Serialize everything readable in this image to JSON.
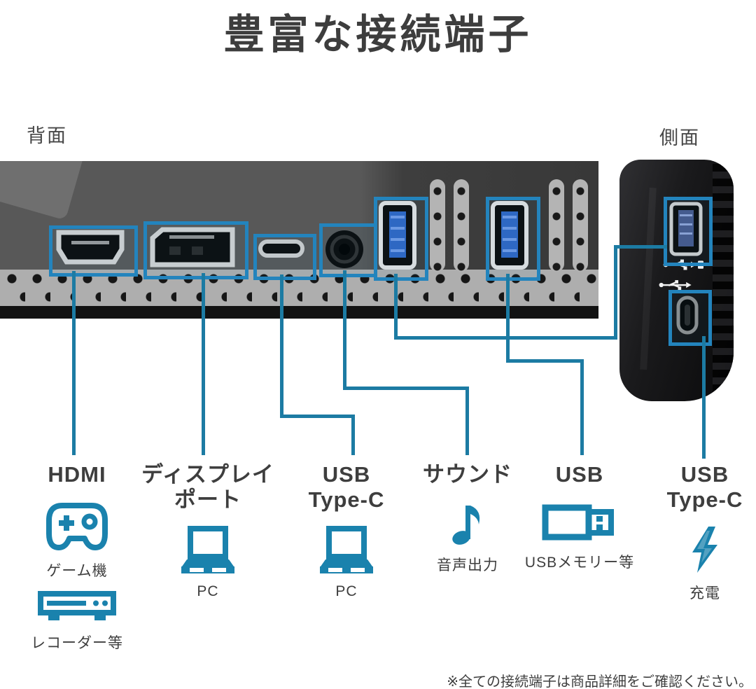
{
  "title": "豊富な接続端子",
  "sections": {
    "back_label": "背面",
    "side_label": "側面"
  },
  "colors": {
    "accent_blue": "#1a82ad",
    "box_blue": "#2384bd",
    "line_blue": "#1c7ba3",
    "text_gray": "#3e3e3e"
  },
  "back_ports": [
    "hdmi-port",
    "displayport-port",
    "usb-c-port",
    "audio-jack",
    "usb-a-port",
    "usb-a-port"
  ],
  "side_ports": [
    "usb-a-port",
    "usb-c-port"
  ],
  "columns": [
    {
      "title_lines": [
        "HDMI"
      ],
      "items": [
        {
          "icon": "gamepad-icon",
          "caption": "ゲーム機"
        },
        {
          "icon": "recorder-icon",
          "caption": "レコーダー等"
        }
      ]
    },
    {
      "title_lines": [
        "ディスプレイ",
        "ポート"
      ],
      "items": [
        {
          "icon": "laptop-icon",
          "caption": "PC"
        }
      ]
    },
    {
      "title_lines": [
        "USB",
        "Type-C"
      ],
      "items": [
        {
          "icon": "laptop-icon",
          "caption": "PC"
        }
      ]
    },
    {
      "title_lines": [
        "サウンド"
      ],
      "items": [
        {
          "icon": "music-note-icon",
          "caption": "音声出力"
        }
      ]
    },
    {
      "title_lines": [
        "USB"
      ],
      "items": [
        {
          "icon": "usb-memory-icon",
          "caption": "USBメモリー等"
        }
      ]
    },
    {
      "title_lines": [
        "USB",
        "Type-C"
      ],
      "items": [
        {
          "icon": "lightning-bolt-icon",
          "caption": "充電"
        }
      ]
    }
  ],
  "disclaimer": "※全ての接続端子は商品詳細をご確認ください。"
}
